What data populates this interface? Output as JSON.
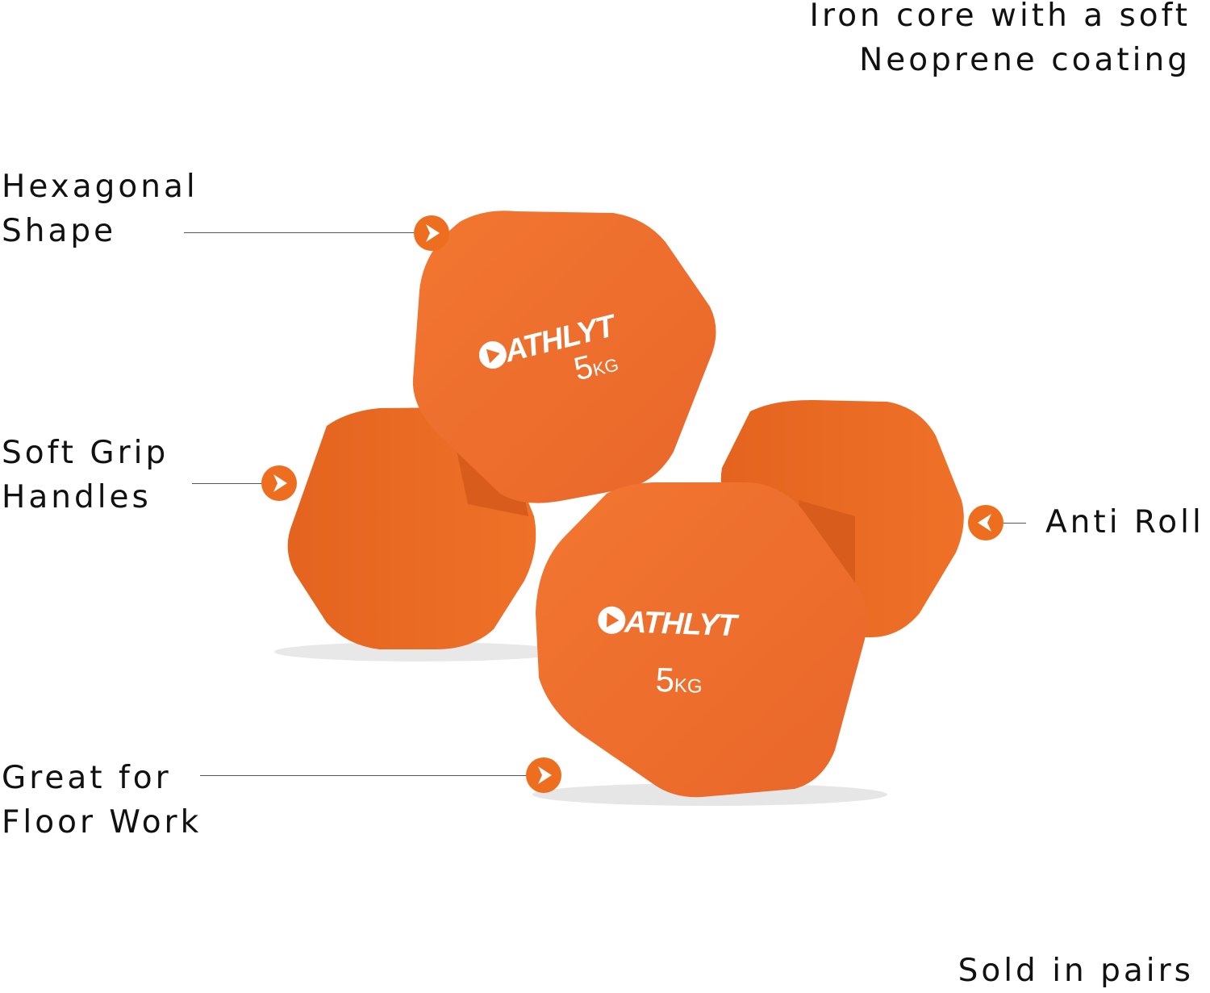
{
  "features": {
    "core_line1": "Iron core with a soft",
    "core_line2": "Neoprene coating",
    "hex_line1": "Hexagonal",
    "hex_line2": "Shape",
    "grip_line1": "Soft Grip",
    "grip_line2": "Handles",
    "roll_label": "Anti Roll",
    "floor_line1": "Great for",
    "floor_line2": "Floor Work",
    "pairs_label": "Sold in pairs"
  },
  "product": {
    "brand": "ATHLYT",
    "weight_number": "5",
    "weight_unit": "KG"
  },
  "colors": {
    "dumbbell": "#EE6E2A",
    "dumbbell_shade": "#DD5F1F",
    "marker": "#EE6E1F",
    "text": "#111111"
  },
  "icons": {
    "marker_right": "chevron-right-icon",
    "marker_left": "chevron-left-icon"
  }
}
